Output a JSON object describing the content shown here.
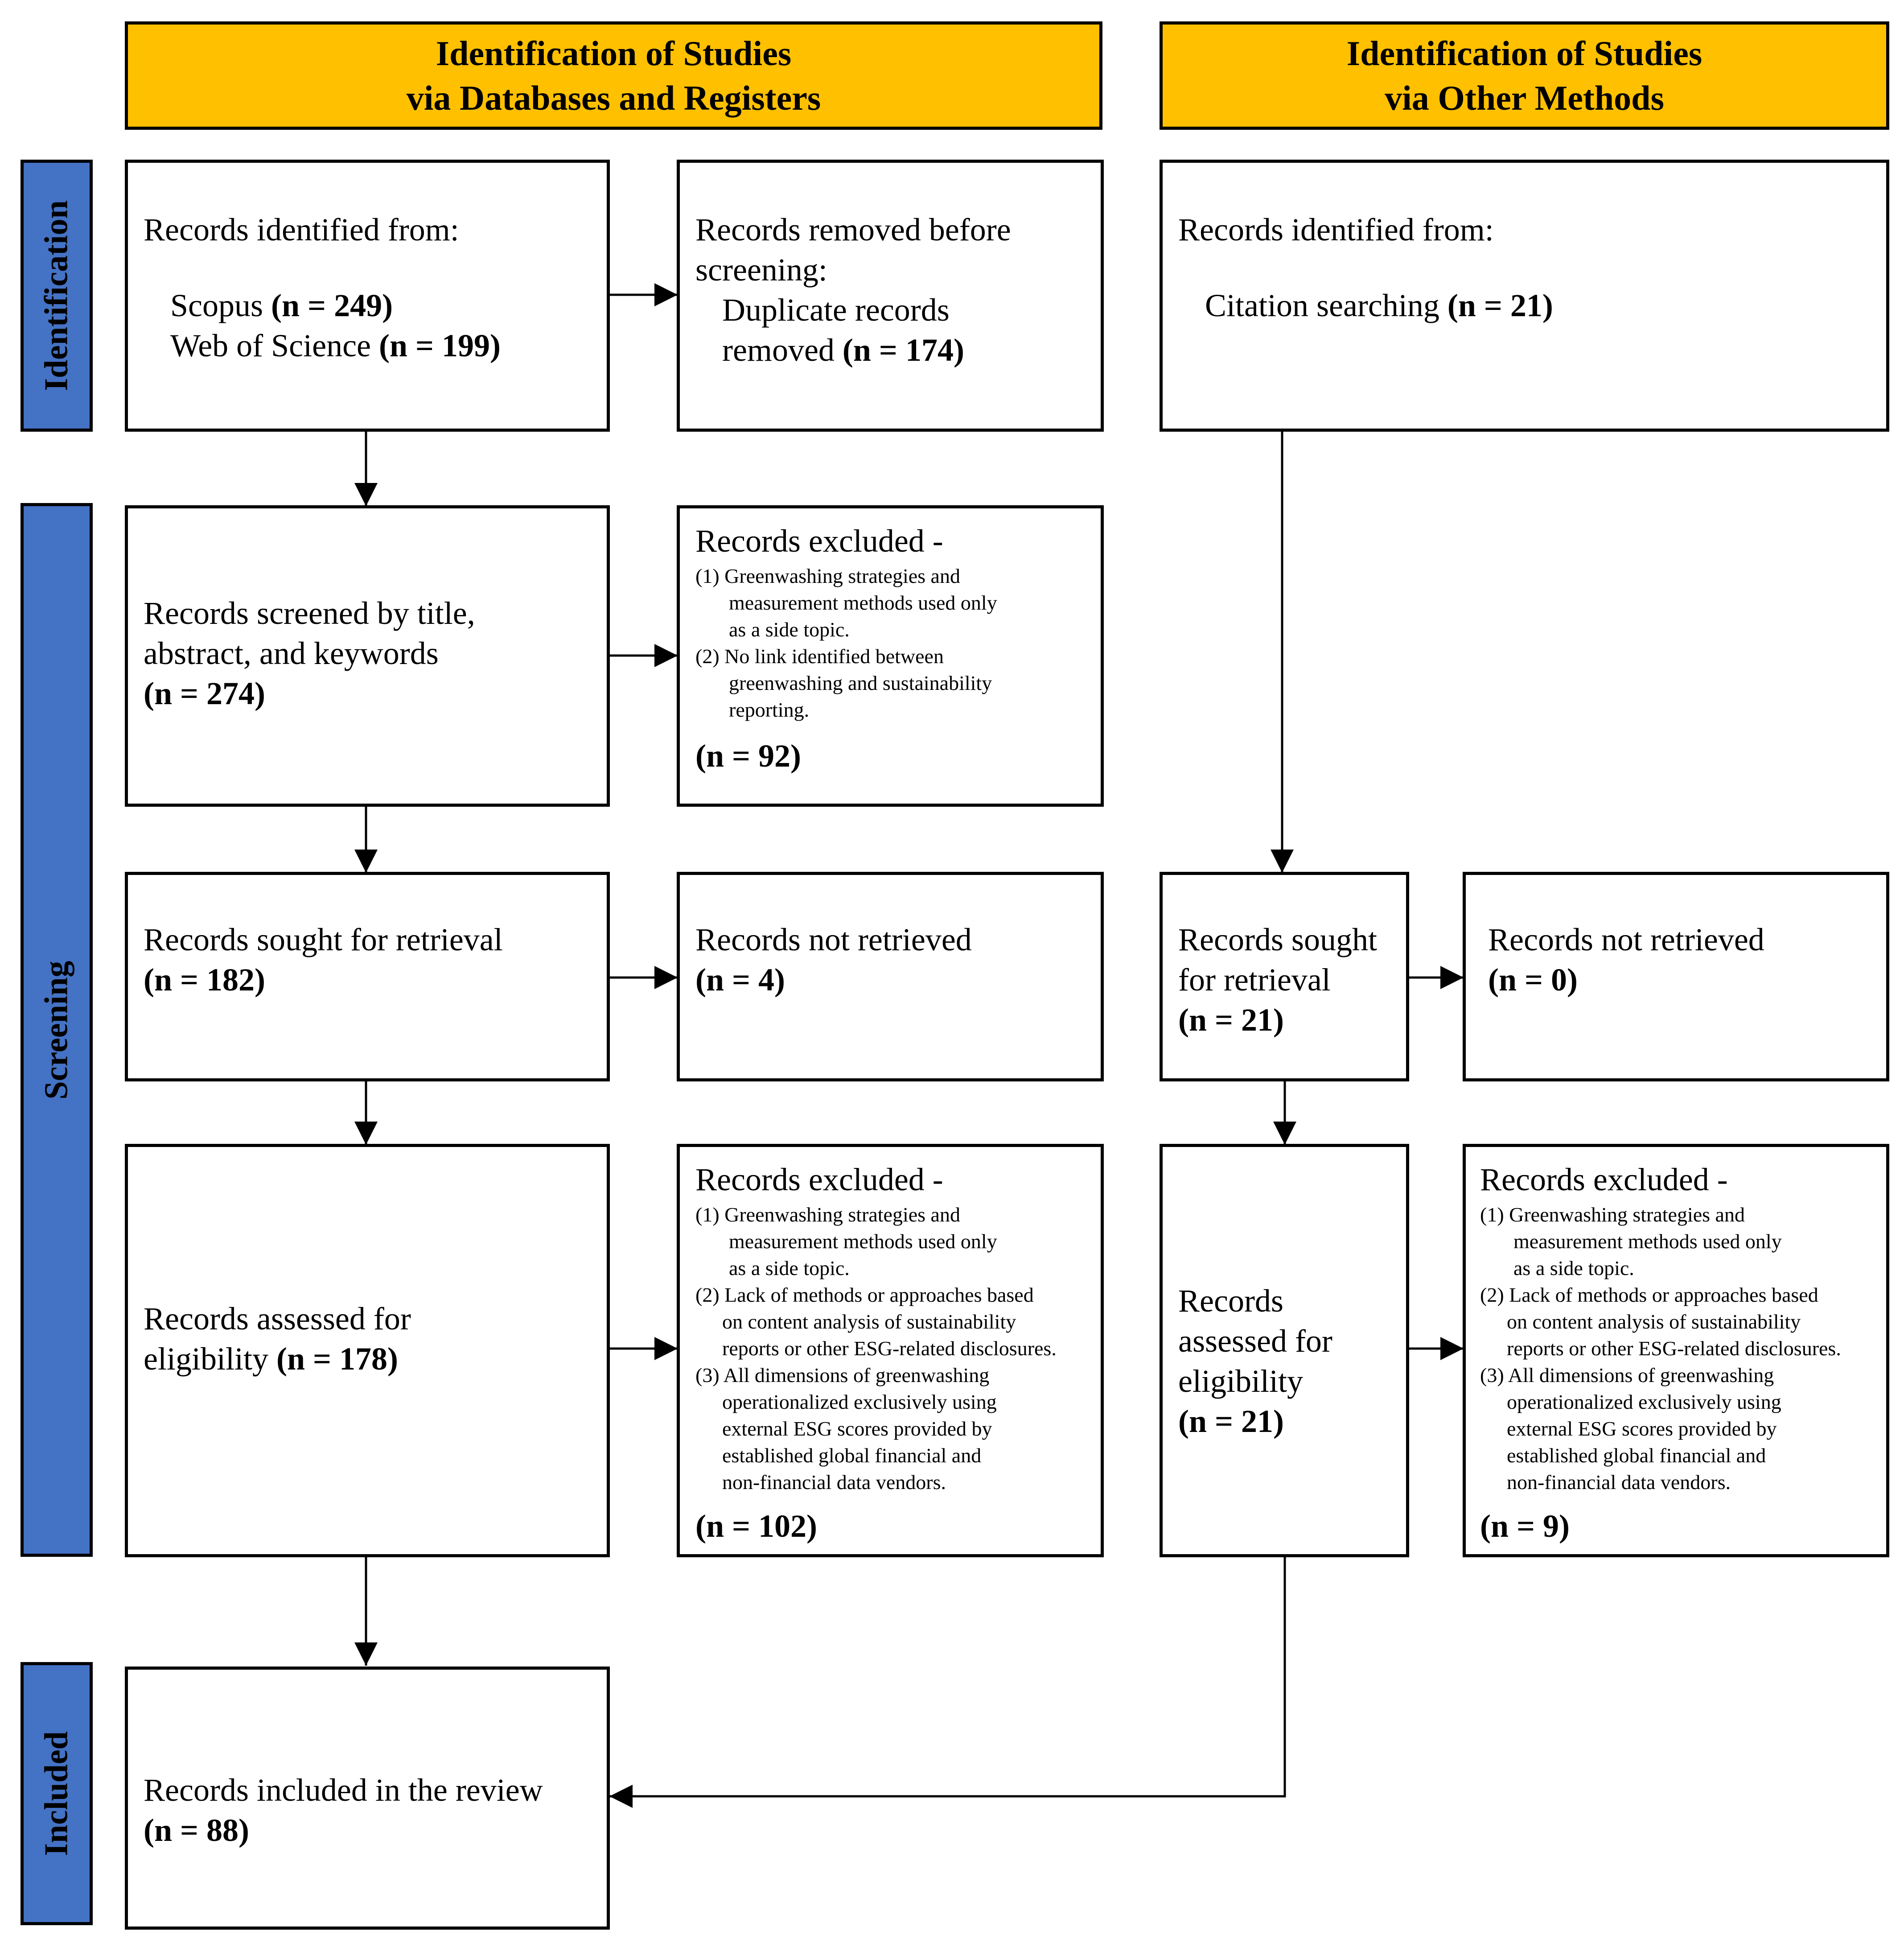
{
  "headers": {
    "databases": [
      "Identification of Studies",
      "via Databases and Registers"
    ],
    "other": [
      "Identification of Studies",
      "via Other Methods"
    ]
  },
  "phases": {
    "identification": "Identification",
    "screening": "Screening",
    "included": "Included"
  },
  "db": {
    "identified": {
      "heading": "Records identified from:",
      "scopus_label": "Scopus ",
      "scopus_n": "(n = 249)",
      "wos_label": "Web of Science ",
      "wos_n": "(n = 199)"
    },
    "removed": {
      "line1": "Records removed before",
      "line2": "screening:",
      "line3": "Duplicate records",
      "line4": "removed  ",
      "n": "(n = 174)"
    },
    "screened": {
      "line1": "Records screened by title,",
      "line2": "abstract, and keywords",
      "n": "(n = 274)"
    },
    "excluded_screen": {
      "heading": "Records excluded -",
      "item1_l1": "(1) Greenwashing strategies and",
      "item1_l2": "measurement methods used only",
      "item1_l3": "as a side topic.",
      "item2_l1": "(2) No link identified between",
      "item2_l2": "greenwashing and sustainability",
      "item2_l3": "reporting.",
      "n": "(n = 92)"
    },
    "sought": {
      "line1": "Records sought for retrieval",
      "n": "(n = 182)"
    },
    "not_retrieved": {
      "line1": "Records not retrieved",
      "n": "(n = 4)"
    },
    "assessed": {
      "line1": "Records assessed for",
      "line2": "eligibility ",
      "n": "(n = 178)"
    },
    "excluded_elig": {
      "heading": "Records excluded -",
      "item1_l1": "(1) Greenwashing strategies and",
      "item1_l2": "measurement methods used only",
      "item1_l3": "as a side topic.",
      "item2_l1": "(2) Lack of methods or approaches based",
      "item2_l2": "on content analysis of sustainability",
      "item2_l3": "reports or other ESG-related disclosures.",
      "item3_l1": "(3) All dimensions of greenwashing",
      "item3_l2": "operationalized exclusively using",
      "item3_l3": "external ESG scores provided by",
      "item3_l4": "established global financial and",
      "item3_l5": "non-financial data vendors.",
      "n": "(n = 102)"
    },
    "included": {
      "line1": "Records included in the review",
      "n": "(n = 88)"
    }
  },
  "other": {
    "identified": {
      "heading": "Records identified from:",
      "citation_label": "Citation searching ",
      "citation_n": "(n = 21)"
    },
    "sought": {
      "line1": "Records sought",
      "line2": "for retrieval",
      "n": "(n = 21)"
    },
    "not_retrieved": {
      "line1": "Records not retrieved",
      "n": "(n = 0)"
    },
    "assessed": {
      "line1": "Records",
      "line2": "assessed for",
      "line3": "eligibility",
      "n": "(n = 21)"
    },
    "excluded_elig": {
      "heading": "Records excluded -",
      "item1_l1": "(1) Greenwashing strategies and",
      "item1_l2": "measurement methods used only",
      "item1_l3": "as a side topic.",
      "item2_l1": "(2) Lack of methods or approaches based",
      "item2_l2": "on content analysis of sustainability",
      "item2_l3": "reports or other ESG-related disclosures.",
      "item3_l1": "(3) All dimensions of greenwashing",
      "item3_l2": "operationalized exclusively using",
      "item3_l3": "external ESG scores provided by",
      "item3_l4": "established global financial and",
      "item3_l5": "non-financial data vendors.",
      "n": "(n = 9)"
    }
  },
  "colors": {
    "header_fill": "#FFC000",
    "phase_fill": "#4472C4",
    "box_border": "#000000"
  }
}
